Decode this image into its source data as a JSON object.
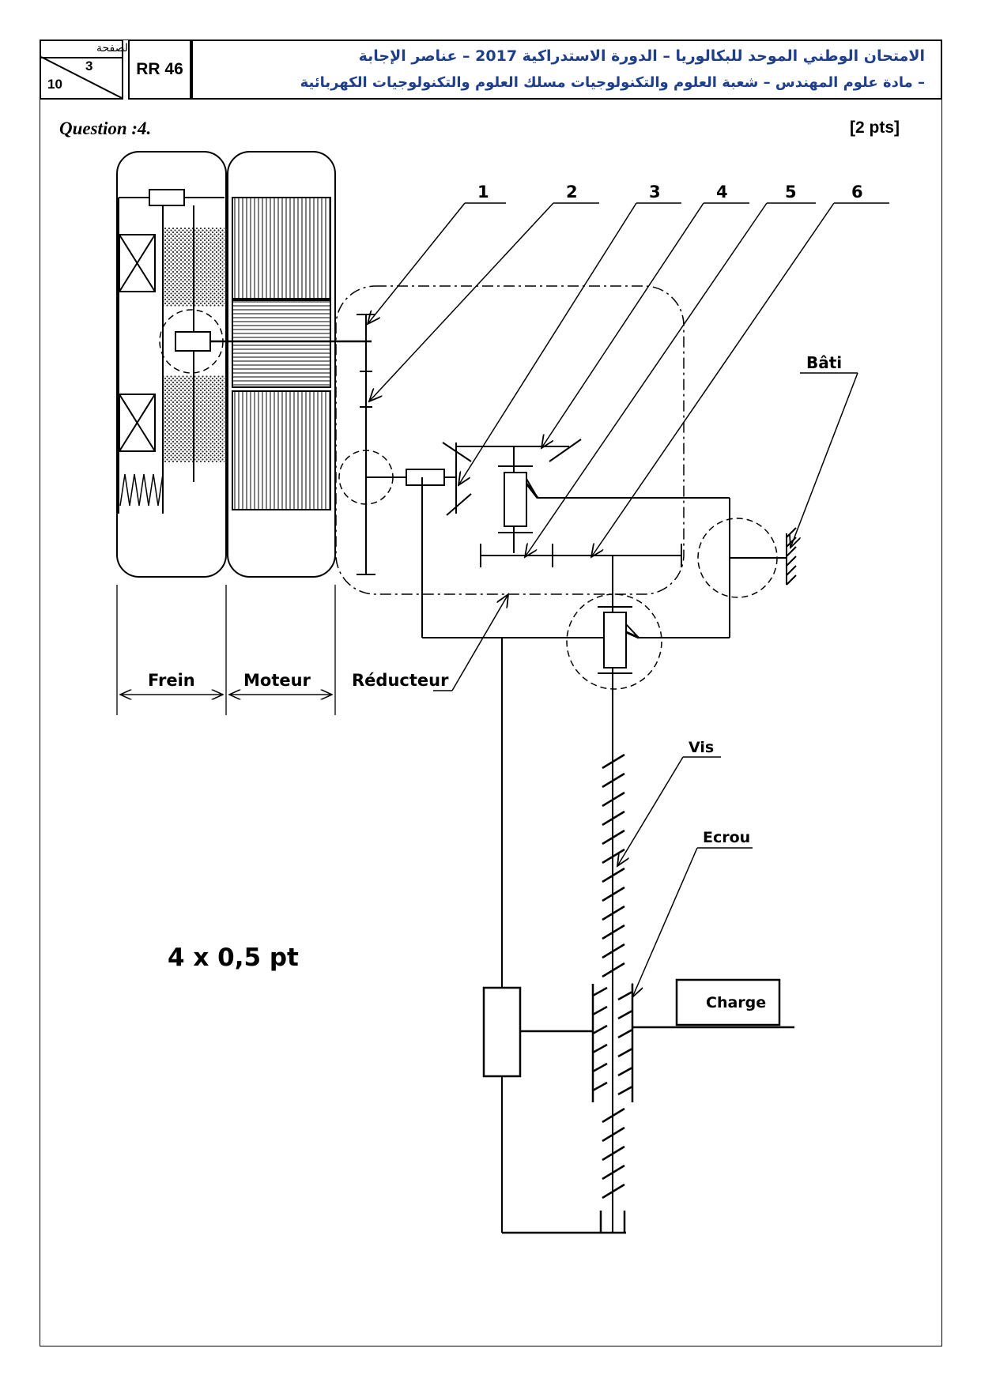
{
  "header": {
    "page_label": "الصفحة",
    "page_number": "3",
    "page_total": "10",
    "code": "RR 46",
    "title_line1": "الامتحان الوطني الموحد للبكالوريا – الدورة الاستدراكية 2017 – عناصر الإجابة",
    "title_line2": "– مادة علوم المهندس – شعبة العلوم والتكنولوجيات مسلك العلوم والتكنولوجيات الكهربائية"
  },
  "question": {
    "title": "Question :4.",
    "points": "[2 pts]"
  },
  "diagram": {
    "part_numbers": [
      "1",
      "2",
      "3",
      "4",
      "5",
      "6"
    ],
    "labels": {
      "bati": "Bâti",
      "frein": "Frein",
      "moteur": "Moteur",
      "reducteur": "Réducteur",
      "vis": "Vis",
      "ecrou": "Ecrou",
      "charge": "Charge"
    },
    "scoring": "4 x 0,5 pt"
  }
}
